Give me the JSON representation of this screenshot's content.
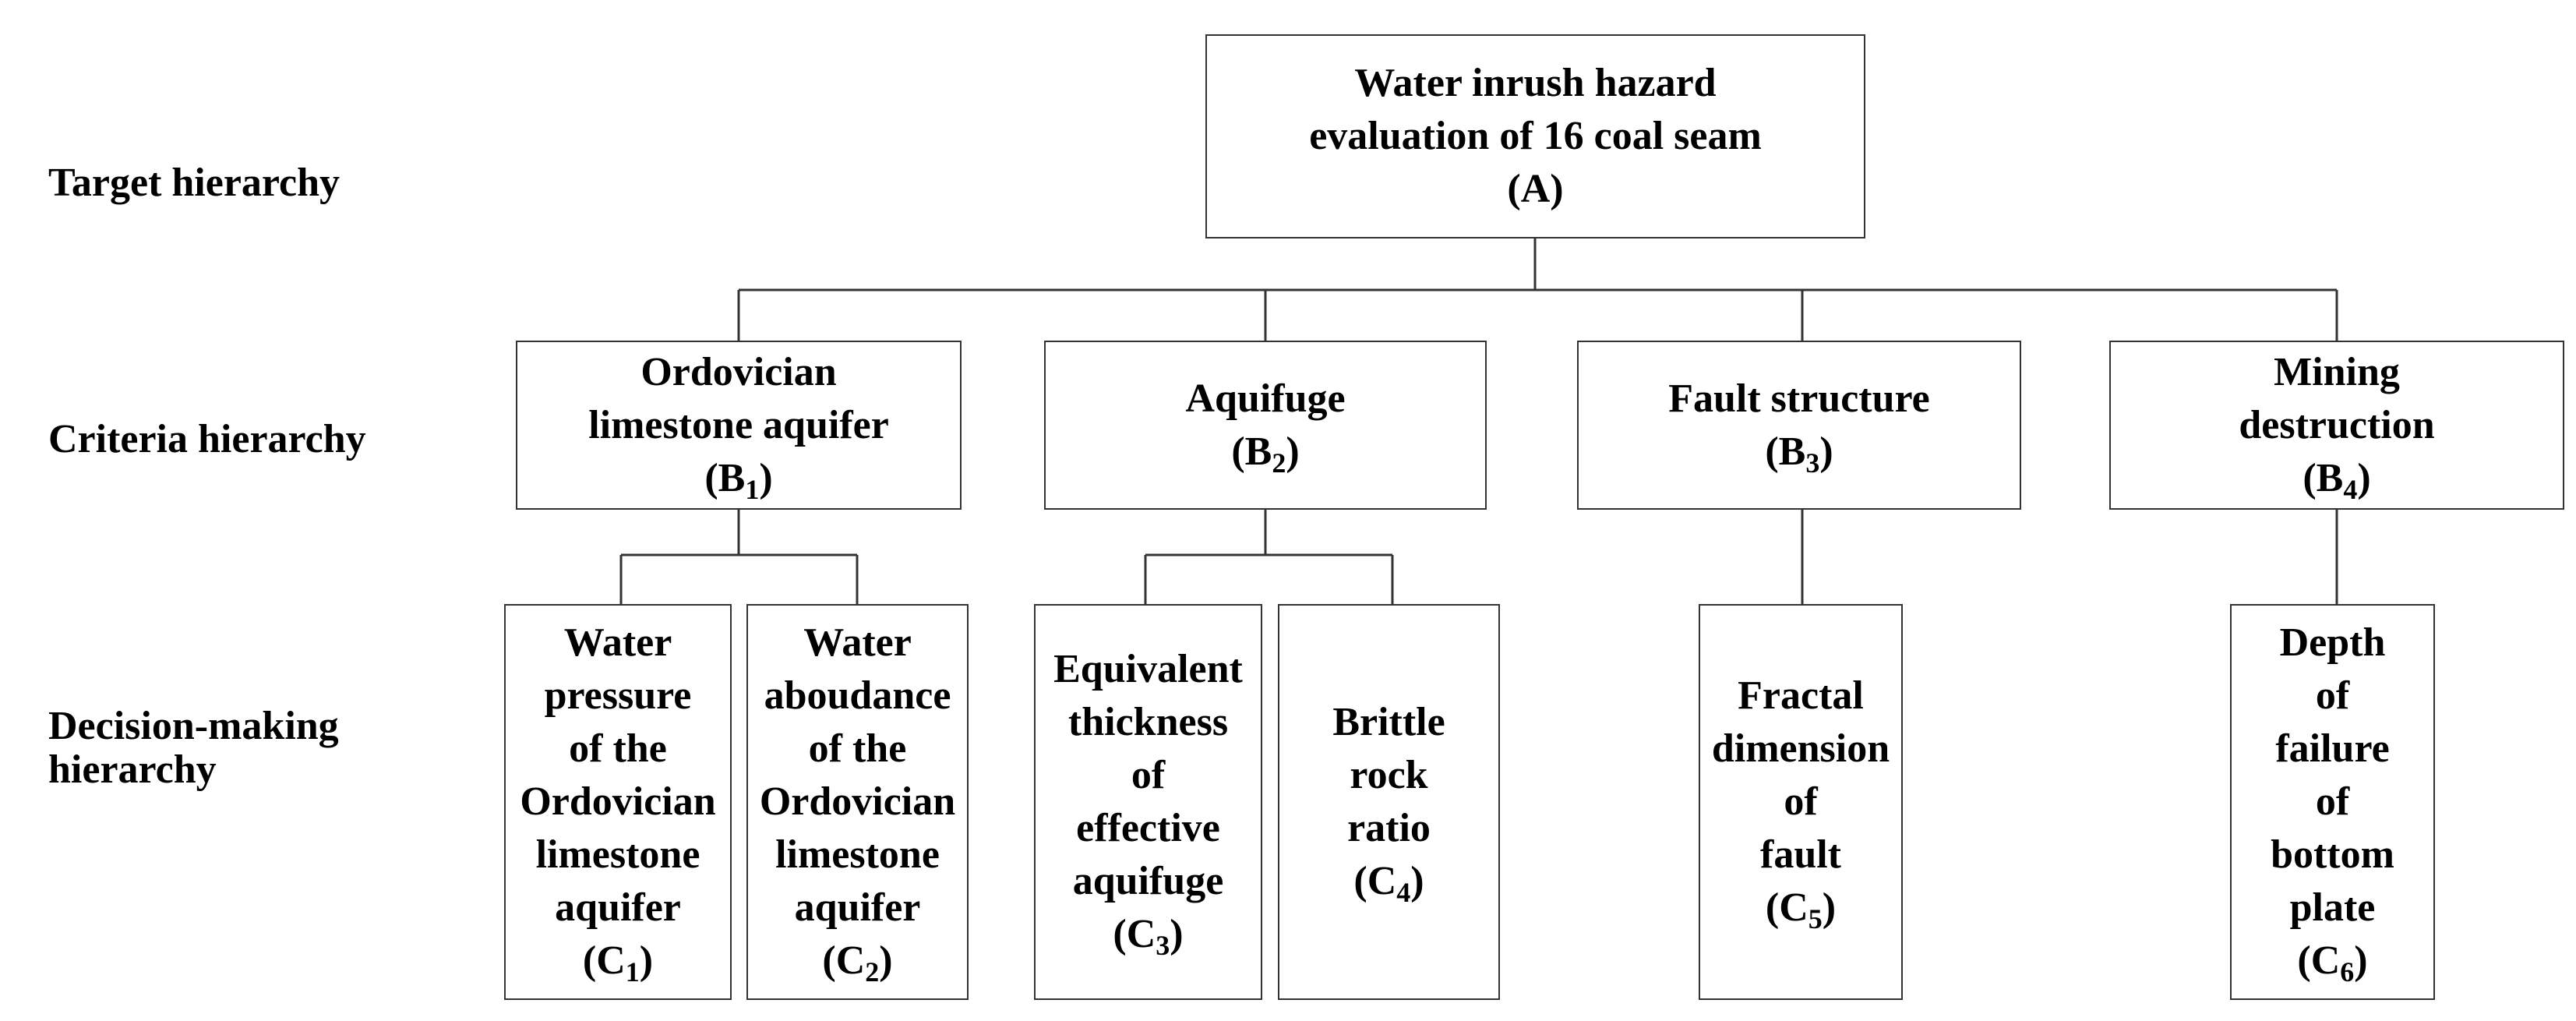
{
  "levels": {
    "target": "Target hierarchy",
    "criteria": "Criteria hierarchy",
    "decision": [
      "Decision-making",
      "hierarchy"
    ]
  },
  "target": {
    "lines": [
      "Water inrush hazard",
      "evaluation of 16 coal seam"
    ],
    "code": "A"
  },
  "criteria": [
    {
      "lines": [
        "Ordovician",
        "limestone aquifer"
      ],
      "code": "B",
      "sub": "1"
    },
    {
      "lines": [
        "Aquifuge"
      ],
      "code": "B",
      "sub": "2"
    },
    {
      "lines": [
        "Fault structure"
      ],
      "code": "B",
      "sub": "3"
    },
    {
      "lines": [
        "Mining",
        "destruction"
      ],
      "code": "B",
      "sub": "4"
    }
  ],
  "decisions": [
    {
      "lines": [
        "Water",
        "pressure",
        "of the",
        "Ordovician",
        "limestone",
        "aquifer"
      ],
      "code": "C",
      "sub": "1"
    },
    {
      "lines": [
        "Water",
        "aboudance",
        "of the",
        "Ordovician",
        "limestone",
        "aquifer"
      ],
      "code": "C",
      "sub": "2"
    },
    {
      "lines": [
        "Equivalent",
        "thickness",
        "of",
        "effective",
        "aquifuge"
      ],
      "code": "C",
      "sub": "3"
    },
    {
      "lines": [
        "Brittle",
        "rock",
        "ratio"
      ],
      "code": "C",
      "sub": "4"
    },
    {
      "lines": [
        "Fractal",
        "dimension",
        "of",
        "fault"
      ],
      "code": "C",
      "sub": "5"
    },
    {
      "lines": [
        "Depth",
        "of",
        "failure",
        "of",
        "bottom",
        "plate"
      ],
      "code": "C",
      "sub": "6"
    }
  ],
  "colors": {
    "line": "#333333",
    "text": "#000000",
    "background": "#ffffff"
  }
}
